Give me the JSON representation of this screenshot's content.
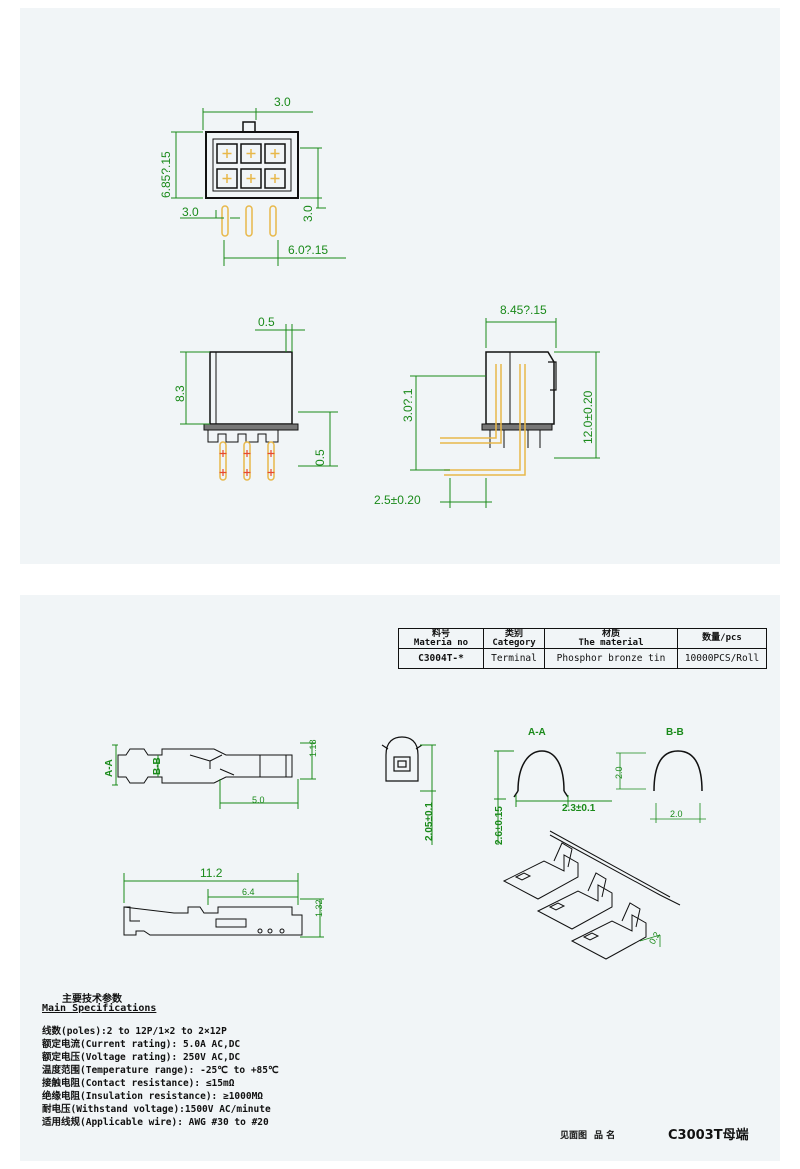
{
  "top_drawing": {
    "front_view_dims": {
      "width": "3.0",
      "height": "6.85?.15",
      "left_pitch": "3.0",
      "right_pitch": "3.0",
      "bottom_span": "6.0?.15"
    },
    "side_view_dims": {
      "top": "0.5",
      "height": "8.3",
      "pin": "0.5"
    },
    "right_view_dims": {
      "width": "8.45?.15",
      "inner": "3.0?.1",
      "height": "12.0±0.20",
      "pitch": "2.5±0.20"
    }
  },
  "material_table": {
    "headers": [
      {
        "cn": "料号",
        "en": "Materia no"
      },
      {
        "cn": "类别",
        "en": "Category"
      },
      {
        "cn": "材质",
        "en": "The material"
      },
      {
        "cn": "数量/pcs",
        "en": ""
      }
    ],
    "row": [
      "C3004T-*",
      "Terminal",
      "Phosphor bronze tin",
      "10000PCS/Roll"
    ]
  },
  "terminal_drawing": {
    "section_aa": "A-A",
    "section_bb": "B-B",
    "side_label_a": "A-A",
    "side_label_b": "B-B",
    "dim_118": "1.18",
    "dim_50": "5.0",
    "dim_205": "2.05±0.1",
    "dim_26": "2.6±0.15",
    "dim_23": "2.3±0.1",
    "dim_20a": "2.0",
    "dim_20b": "2.0",
    "dim_112": "11.2",
    "dim_64": "6.4",
    "dim_132": "1.32",
    "dim_02": "0.2"
  },
  "specs": {
    "title_cn": "主要技术参数",
    "title_en": "Main Specifications",
    "lines": [
      "线数(poles):2 to 12P/1×2 to 2×12P",
      "额定电流(Current rating): 5.0A AC,DC",
      "额定电压(Voltage rating): 250V AC,DC",
      "温度范围(Temperature range): -25℃ to +85℃",
      "接触电阻(Contact resistance): ≤15mΩ",
      "绝缘电阻(Insulation resistance): ≥1000MΩ",
      "耐电压(Withstand voltage):1500V AC/minute",
      "适用线规(Applicable wire): AWG #30 to #20"
    ]
  },
  "footer": {
    "brand": "见面图",
    "name_label": "品 名",
    "product": "C3003T母端"
  },
  "colors": {
    "panel": "#f1f5f7",
    "dimension": "#1a8a1a",
    "pin": "#e8b84a",
    "ink": "#111111"
  }
}
